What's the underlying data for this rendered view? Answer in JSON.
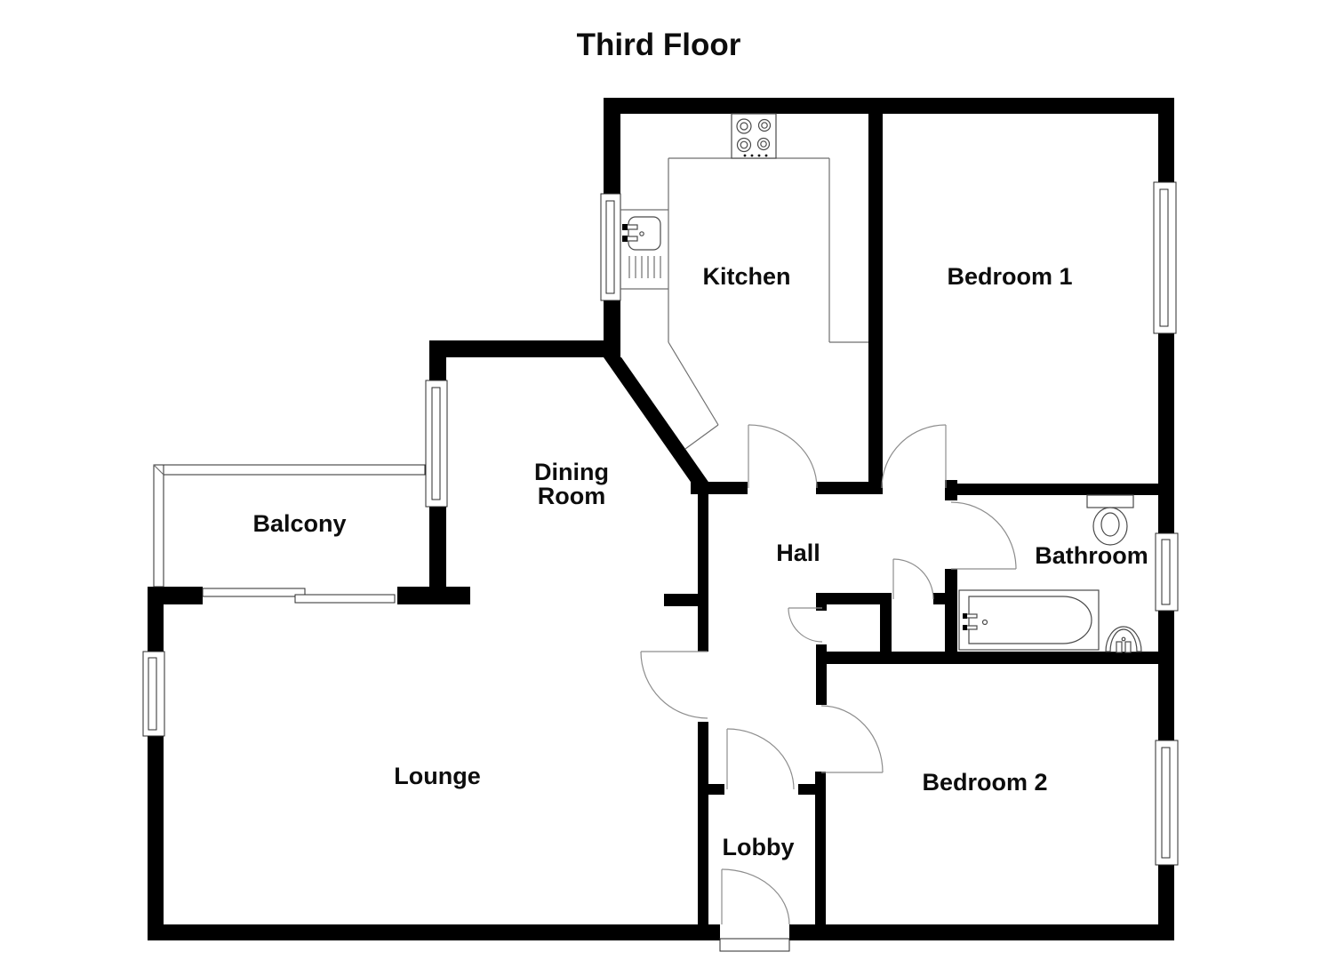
{
  "title": "Third Floor",
  "rooms": {
    "kitchen": {
      "label": "Kitchen"
    },
    "bedroom1": {
      "label": "Bedroom 1"
    },
    "dining": {
      "line1": "Dining",
      "line2": "Room"
    },
    "balcony": {
      "label": "Balcony"
    },
    "hall": {
      "label": "Hall"
    },
    "bathroom": {
      "label": "Bathroom"
    },
    "lounge": {
      "label": "Lounge"
    },
    "bedroom2": {
      "label": "Bedroom 2"
    },
    "lobby": {
      "label": "Lobby"
    }
  },
  "fixtures": [
    "hob-4-burners",
    "kitchen-sink",
    "draining-board",
    "toilet",
    "bathtub",
    "wash-basin",
    "sliding-patio-door",
    "entrance-door-threshold"
  ],
  "colors": {
    "wall": "#000000",
    "thin_line": "#6f6f6f",
    "door_arc": "#8d8d8d",
    "background": "#ffffff",
    "text": "#0d0d0d"
  }
}
